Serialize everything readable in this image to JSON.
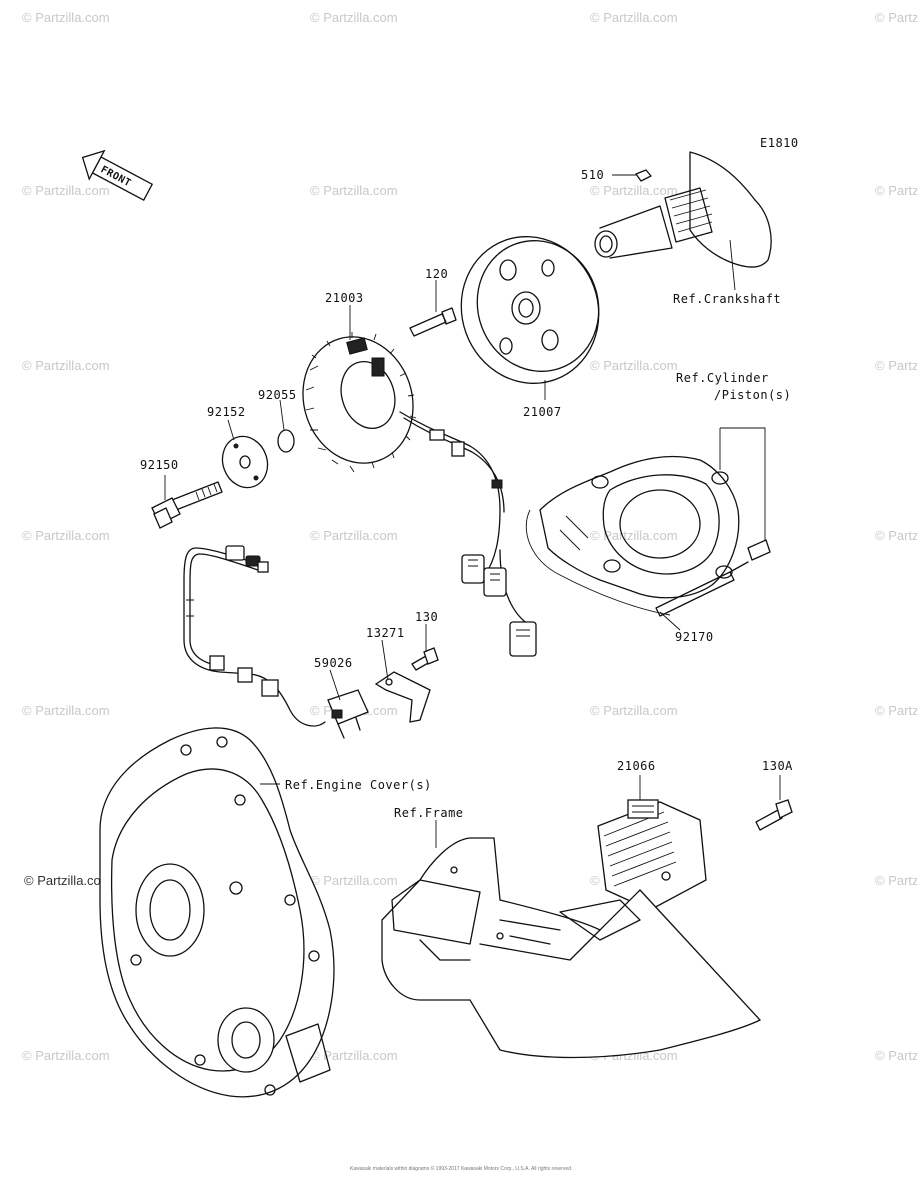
{
  "diagram": {
    "code": "E1810",
    "front_label": "FRONT",
    "parts": [
      {
        "id": "510"
      },
      {
        "id": "120"
      },
      {
        "id": "21003"
      },
      {
        "id": "21007"
      },
      {
        "id": "92152"
      },
      {
        "id": "92055"
      },
      {
        "id": "92150"
      },
      {
        "id": "130"
      },
      {
        "id": "13271"
      },
      {
        "id": "59026"
      },
      {
        "id": "92170"
      },
      {
        "id": "21066"
      },
      {
        "id": "130A"
      }
    ],
    "references": {
      "crankshaft": "Ref.Crankshaft",
      "cylinder_line1": "Ref.Cylinder",
      "cylinder_line2": "/Piston(s)",
      "engine_cover": "Ref.Engine Cover(s)",
      "frame": "Ref.Frame"
    }
  },
  "watermark": {
    "text": "© Partzilla.com",
    "strong_text": "© Partzilla.com"
  },
  "copyright": "Kawasaki materials within diagrams © 1993-2017 Kawasaki Motors Corp., U.S.A. All rights reserved."
}
